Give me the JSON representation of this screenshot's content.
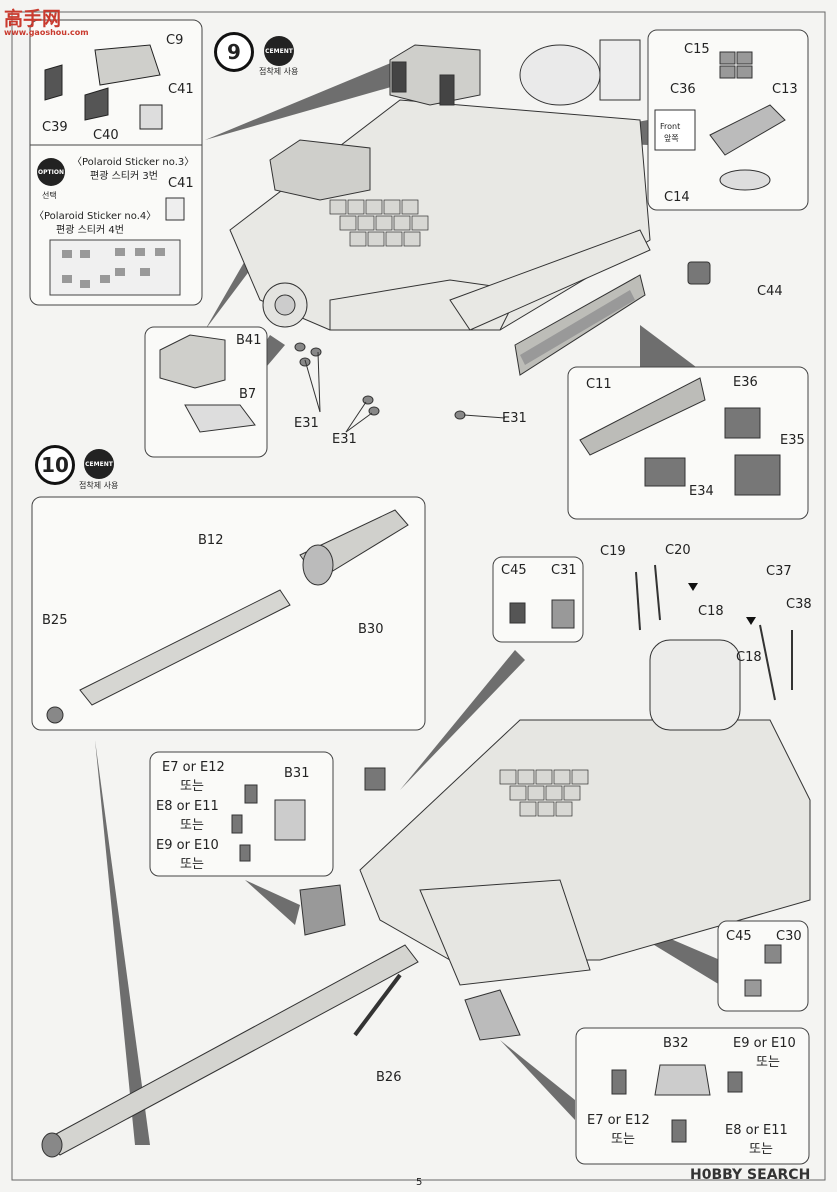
{
  "watermark_top": {
    "logo": "高手网",
    "url": "www.gaoshou.com"
  },
  "watermark_bottom": "H0BBY SEARCH",
  "page_number": "5",
  "step9": {
    "number": "9",
    "cement_badge": "CEMENT",
    "cement_caption": "접착제 사용"
  },
  "step10": {
    "number": "10",
    "cement_badge": "CEMENT",
    "cement_caption": "접착제 사용"
  },
  "option": {
    "badge": "OPTION",
    "badge_kr": "선택",
    "sticker3_en": "〈Polaroid Sticker no.3〉",
    "sticker3_kr": "편광 스티커 3번",
    "sticker4_en": "〈Polaroid Sticker no.4〉",
    "sticker4_kr": "편광 스티커 4번"
  },
  "front_sign": {
    "en": "Front",
    "kr": "앞쪽"
  },
  "parts": {
    "c9": "C9",
    "c41a": "C41",
    "c39": "C39",
    "c40": "C40",
    "c41b": "C41",
    "b41": "B41",
    "b7": "B7",
    "e31a": "E31",
    "e31b": "E31",
    "e31c": "E31",
    "c15": "C15",
    "c36": "C36",
    "c13": "C13",
    "c14": "C14",
    "c44": "C44",
    "c11": "C11",
    "e36": "E36",
    "e35": "E35",
    "e34": "E34",
    "b12": "B12",
    "b25": "B25",
    "b30": "B30",
    "c45a": "C45",
    "c31": "C31",
    "c19": "C19",
    "c20": "C20",
    "c18a": "C18",
    "c37": "C37",
    "c38": "C38",
    "c18b": "C18",
    "e7a": "E7 or E12",
    "e7a_kr": "또는",
    "b31": "B31",
    "e8a": "E8 or E11",
    "e8a_kr": "또는",
    "e9a": "E9 or E10",
    "e9a_kr": "또는",
    "c45b": "C45",
    "c30": "C30",
    "b26": "B26",
    "b32": "B32",
    "e9b": "E9 or E10",
    "e9b_kr": "또는",
    "e7b": "E7 or E12",
    "e7b_kr": "또는",
    "e8b": "E8 or E11",
    "e8b_kr": "또는"
  }
}
